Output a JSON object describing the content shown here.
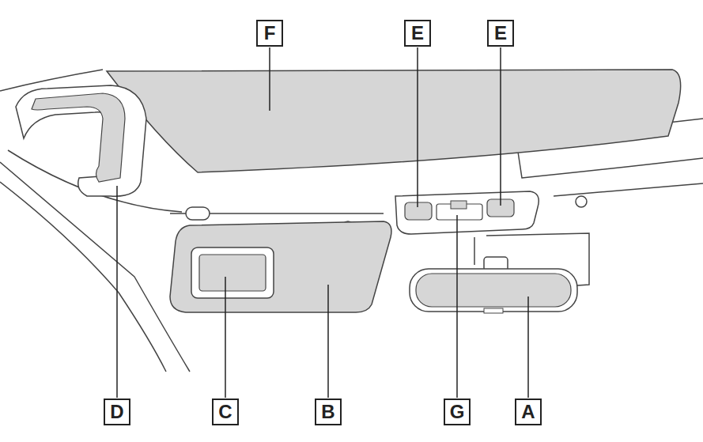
{
  "diagram": {
    "labels": [
      "F",
      "E",
      "E",
      "D",
      "C",
      "B",
      "G",
      "A"
    ]
  }
}
